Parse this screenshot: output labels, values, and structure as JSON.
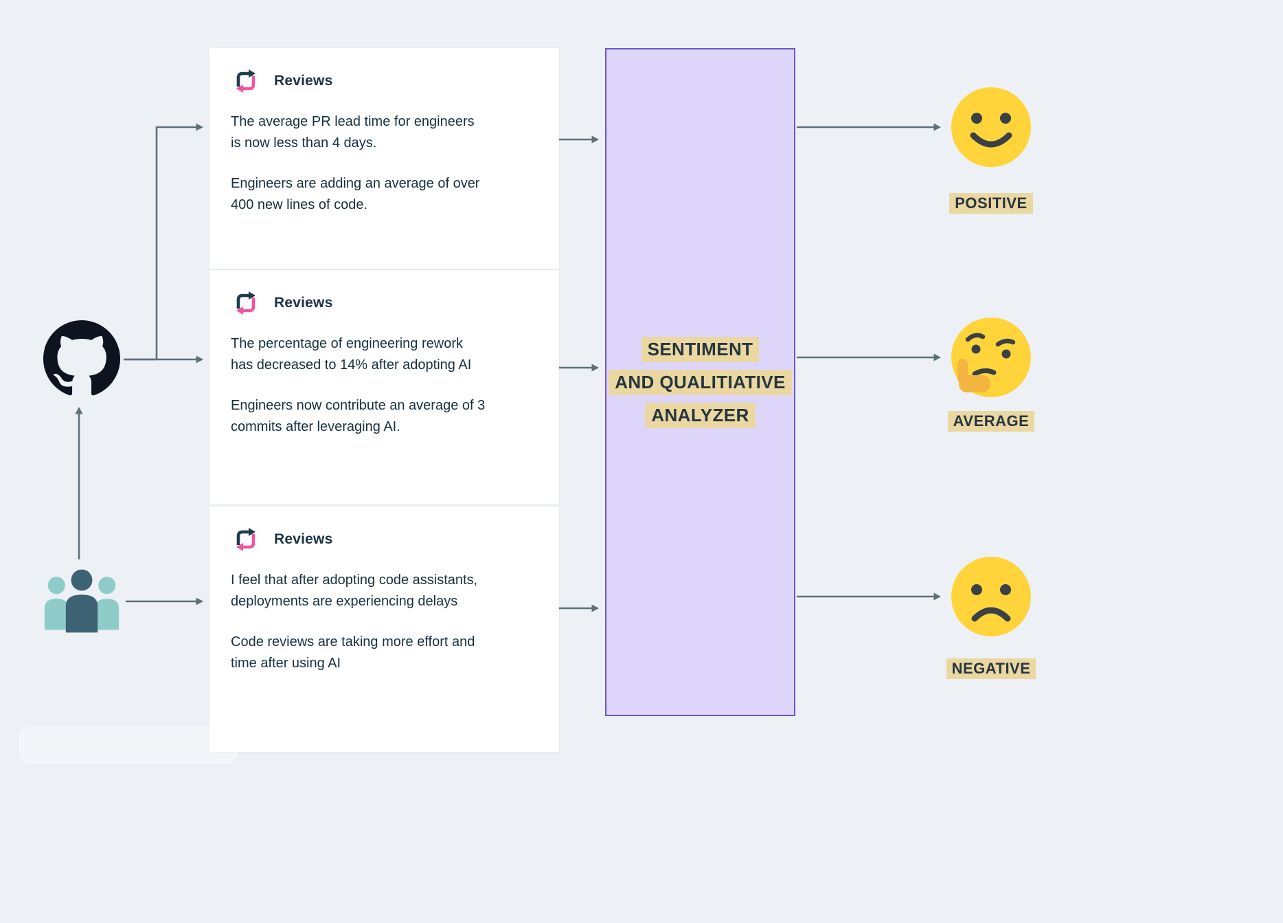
{
  "diagram": {
    "cards": [
      {
        "title": "Reviews",
        "paragraphs": [
          "The average PR lead time for engineers is now less than 4 days.",
          "Engineers are adding an average of over 400 new lines of code."
        ]
      },
      {
        "title": "Reviews",
        "paragraphs": [
          "The percentage of engineering rework has decreased to 14% after adopting AI",
          "Engineers now contribute an average of 3 commits after leveraging AI."
        ]
      },
      {
        "title": "Reviews",
        "paragraphs": [
          "I feel that after adopting code assistants, deployments are experiencing delays",
          "Code reviews are taking more effort and time after using AI"
        ]
      }
    ],
    "analyzer": {
      "lines": [
        "SENTIMENT",
        "AND QUALITIATIVE",
        "ANALYZER"
      ]
    },
    "outputs": [
      {
        "label": "POSITIVE",
        "icon": "smiley-face-icon"
      },
      {
        "label": "AVERAGE",
        "icon": "thinking-face-icon"
      },
      {
        "label": "NEGATIVE",
        "icon": "frowning-face-icon"
      }
    ],
    "sources": [
      {
        "icon": "github-icon"
      },
      {
        "icon": "team-icon"
      }
    ],
    "card_header_icon": "repeat-icon"
  },
  "colors": {
    "background": "#edf1f6",
    "card_bg": "#ffffff",
    "text": "#16303f",
    "analyzer_fill": "#ded6fa",
    "analyzer_border": "#6d54c8",
    "highlight": "#ead7a1",
    "arrow": "#5d7079",
    "emoji_yellow": "#ffd43b",
    "emoji_feature": "#3a4045",
    "repeat_icon_dark": "#1e3c4e",
    "repeat_icon_pink": "#f0559d",
    "github_black": "#0d1420",
    "team_primary": "#3d6274",
    "team_secondary": "#8ecbc9"
  }
}
